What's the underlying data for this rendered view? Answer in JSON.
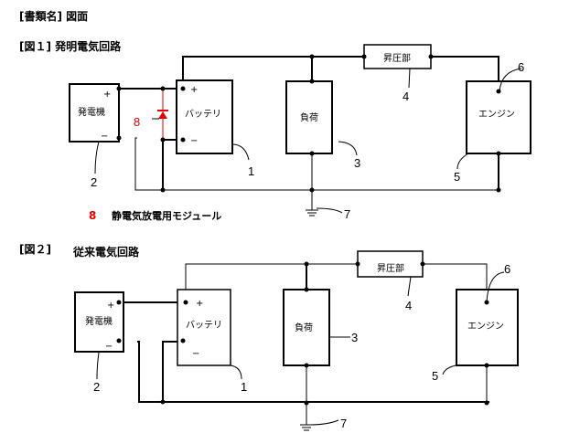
{
  "document": {
    "doc_type_heading": "[書類名] 図面"
  },
  "figure1": {
    "title": "[図１] 発明電気回路",
    "generator": {
      "label": "発電機",
      "plus": "+",
      "minus": "−",
      "ref": "2"
    },
    "battery": {
      "label": "バッテリ",
      "plus": "+",
      "minus": "−",
      "ref": "1"
    },
    "load": {
      "label": "負荷",
      "ref": "3"
    },
    "booster": {
      "label": "昇圧部",
      "ref": "4"
    },
    "engine": {
      "label": "エンジン",
      "ref_body": "5",
      "ref_terminal": "6"
    },
    "ground": {
      "ref": "7"
    },
    "esd_module": {
      "ref": "8",
      "legend_number": "8",
      "legend_text": "静電気放電用モジュール",
      "color": "#e00000"
    }
  },
  "figure2": {
    "fig_no": "[図２]",
    "title": "従来電気回路",
    "generator": {
      "label": "発電機",
      "plus": "+",
      "minus": "−",
      "ref": "2"
    },
    "battery": {
      "label": "バッテリ",
      "plus": "+",
      "minus": "−",
      "ref": "1"
    },
    "load": {
      "label": "負荷",
      "ref": "3"
    },
    "booster": {
      "label": "昇圧部",
      "ref": "4"
    },
    "engine": {
      "label": "エンジン",
      "ref_body": "5",
      "ref_terminal": "6"
    },
    "ground": {
      "ref": "7"
    }
  }
}
